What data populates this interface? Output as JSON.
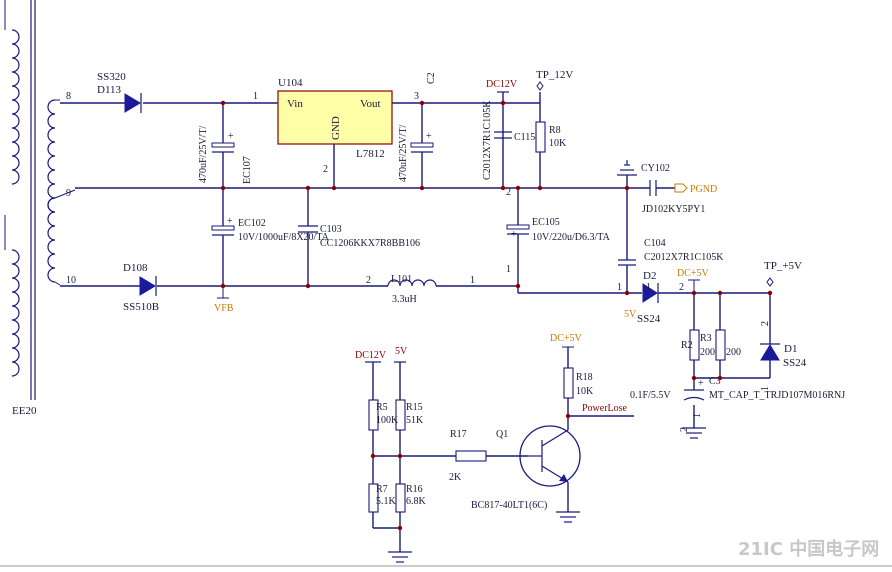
{
  "transformer": {
    "name": "EE20",
    "pin8": "8",
    "pin9": "9",
    "pin10": "10"
  },
  "d113": {
    "part": "SS320",
    "ref": "D113"
  },
  "d108": {
    "ref": "D108",
    "part": "SS510B"
  },
  "u104": {
    "ref": "U104",
    "part": "L7812",
    "vin": "Vin",
    "vout": "Vout",
    "gnd": "GND",
    "pin1": "1",
    "pin2": "2",
    "pin3": "3"
  },
  "ec107": {
    "value": "470uF/25V/T/",
    "ref": "EC107"
  },
  "c2": {
    "value": "470uF/25V/T/",
    "ref": "C2"
  },
  "c115": {
    "ref": "C115",
    "value": "C2012X7R1C105K"
  },
  "r8": {
    "ref": "R8",
    "value": "10K"
  },
  "dc12v_top": "DC12V",
  "tp12v": "TP_12V",
  "ec102": {
    "ref": "EC102",
    "value": "10V/1000uF/8X20/TA"
  },
  "c103": {
    "ref": "C103",
    "value": "CC1206KKX7R8BB106"
  },
  "ec105": {
    "ref": "EC105",
    "value": "10V/220u/D6.3/TA"
  },
  "cy102": {
    "ref": "CY102",
    "value": "JD102KY5PY1"
  },
  "pgnd": "PGND",
  "c104": {
    "ref": "C104",
    "value": "C2012X7R1C105K"
  },
  "d2": {
    "ref": "D2",
    "part": "SS24",
    "pin1": "1",
    "pin2": "2"
  },
  "l101": {
    "ref": "L101",
    "value": "3.3uH",
    "pin1": "1",
    "pin2": "2"
  },
  "vfb": "VFB",
  "fivev_a": "5V",
  "dc5v_mid": "DC+5V",
  "tp5v": "TP_+5V",
  "r2": {
    "ref": "R2",
    "value": "200"
  },
  "r3": {
    "ref": "R3",
    "value": "200"
  },
  "d1": {
    "ref": "D1",
    "part": "SS24",
    "pin1": "1",
    "pin2": "2"
  },
  "c3": {
    "ref": "C3",
    "value": "0.1F/5.5V",
    "part": "MT_CAP_T_TRJD107M016RNJ",
    "plus": "+",
    "pin1": "1",
    "pin2": "2"
  },
  "pin_misc": {
    "ec105_a": "2",
    "ec105_b": "1",
    "d2_n": "1",
    "c104_n": "1",
    "ec107_plus": "+",
    "c2_plus": "+",
    "ec102_plus": "+",
    "ec105_plus": "+",
    "u104_pin2": "2",
    "ec105_top": "2"
  },
  "div": {
    "dc12v": "DC12V",
    "v5": "5V",
    "r5": "R5",
    "r5v": "100K",
    "r15": "R15",
    "r15v": "51K",
    "r7": "R7",
    "r7v": "5.1K",
    "r16": "R16",
    "r16v": "6.8K"
  },
  "r17": {
    "ref": "R17",
    "value": "2K"
  },
  "q1": {
    "ref": "Q1",
    "part": "BC817-40LT1(6C)"
  },
  "dc5v_q": "DC+5V",
  "r18": {
    "ref": "R18",
    "value": "10K"
  },
  "powerlose": "PowerLose",
  "watermark": "21IC 中国电子网"
}
